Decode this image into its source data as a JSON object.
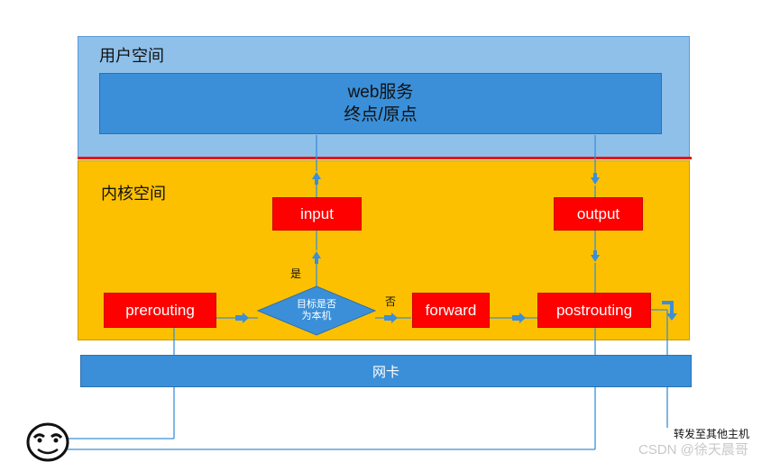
{
  "user_space": {
    "label": "用户空间"
  },
  "web_service": {
    "line1": "web服务",
    "line2": "终点/原点"
  },
  "kernel_space": {
    "label": "内核空间"
  },
  "nodes": {
    "input": "input",
    "output": "output",
    "prerouting": "prerouting",
    "forward": "forward",
    "postrouting": "postrouting"
  },
  "decision": {
    "line1": "目标是否",
    "line2": "为本机",
    "yes_label": "是",
    "no_label": "否"
  },
  "nic": {
    "label": "网卡"
  },
  "forward_note": "转发至其他主机",
  "watermark": "CSDN @徐天晨哥",
  "colors": {
    "user_space": "#8fc0ea",
    "kernel_space": "#fcc000",
    "process_box": "#ff0000",
    "service_box": "#3a8fd8",
    "divider": "#ee1111"
  },
  "icons": {
    "avatar": "smiley-face-icon",
    "arrows": "arrow-icon"
  }
}
